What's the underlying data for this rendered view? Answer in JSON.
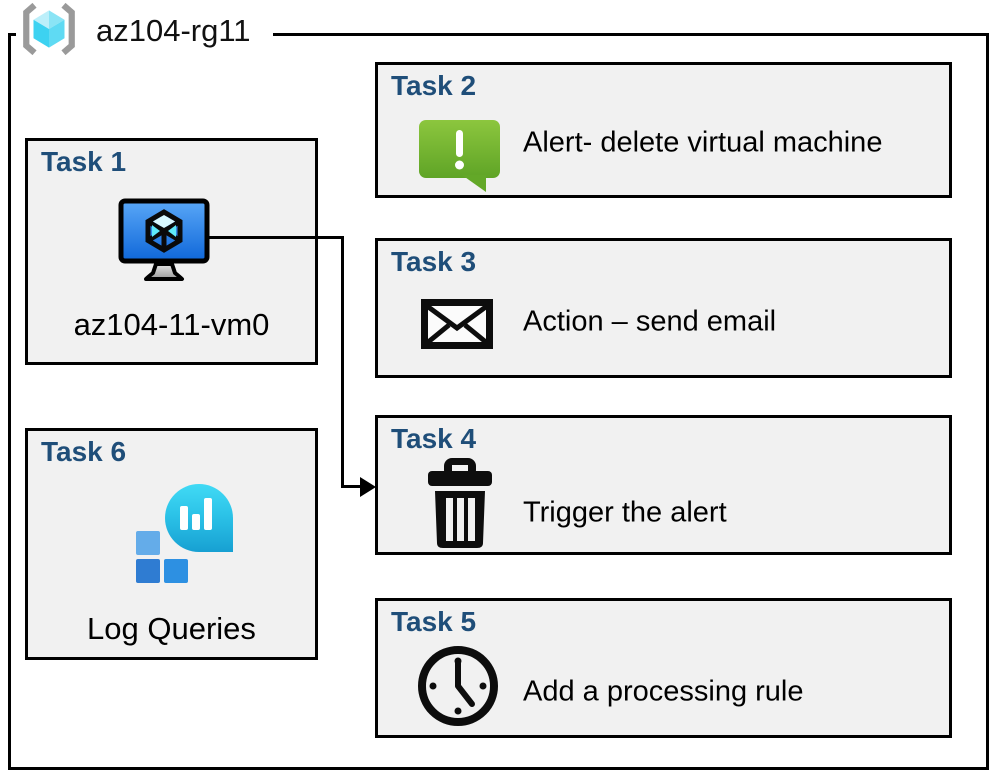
{
  "frame": {
    "title": "az104-rg11",
    "icon": "resource-group-icon"
  },
  "tasks": [
    {
      "id": "task1",
      "header": "Task 1",
      "label": "az104-11-vm0",
      "icon": "virtual-machine-icon"
    },
    {
      "id": "task2",
      "header": "Task 2",
      "label": "Alert- delete virtual machine",
      "icon": "alert-icon"
    },
    {
      "id": "task3",
      "header": "Task 3",
      "label": "Action – send email",
      "icon": "email-icon"
    },
    {
      "id": "task4",
      "header": "Task 4",
      "label": "Trigger the alert",
      "icon": "trash-icon"
    },
    {
      "id": "task5",
      "header": "Task 5",
      "label": "Add a processing rule",
      "icon": "clock-icon"
    },
    {
      "id": "task6",
      "header": "Task 6",
      "label": "Log Queries",
      "icon": "log-analytics-icon"
    }
  ],
  "connector": {
    "from": "task1",
    "to": "task4",
    "style": "elbow-arrow"
  },
  "colors": {
    "box_fill": "#f1f1f1",
    "box_border": "#000000",
    "header_blue": "#1f4e79",
    "alert_green_top": "#8cc63e",
    "alert_green_bottom": "#5fa426",
    "vm_screen_top": "#59a7f7",
    "vm_screen_bottom": "#0f67d9",
    "log_drop_top": "#41daf5",
    "log_drop_bottom": "#17a0d2",
    "rg_cube_cyan": "#3dd2f1",
    "rg_bracket_gray": "#9a9a9a"
  }
}
